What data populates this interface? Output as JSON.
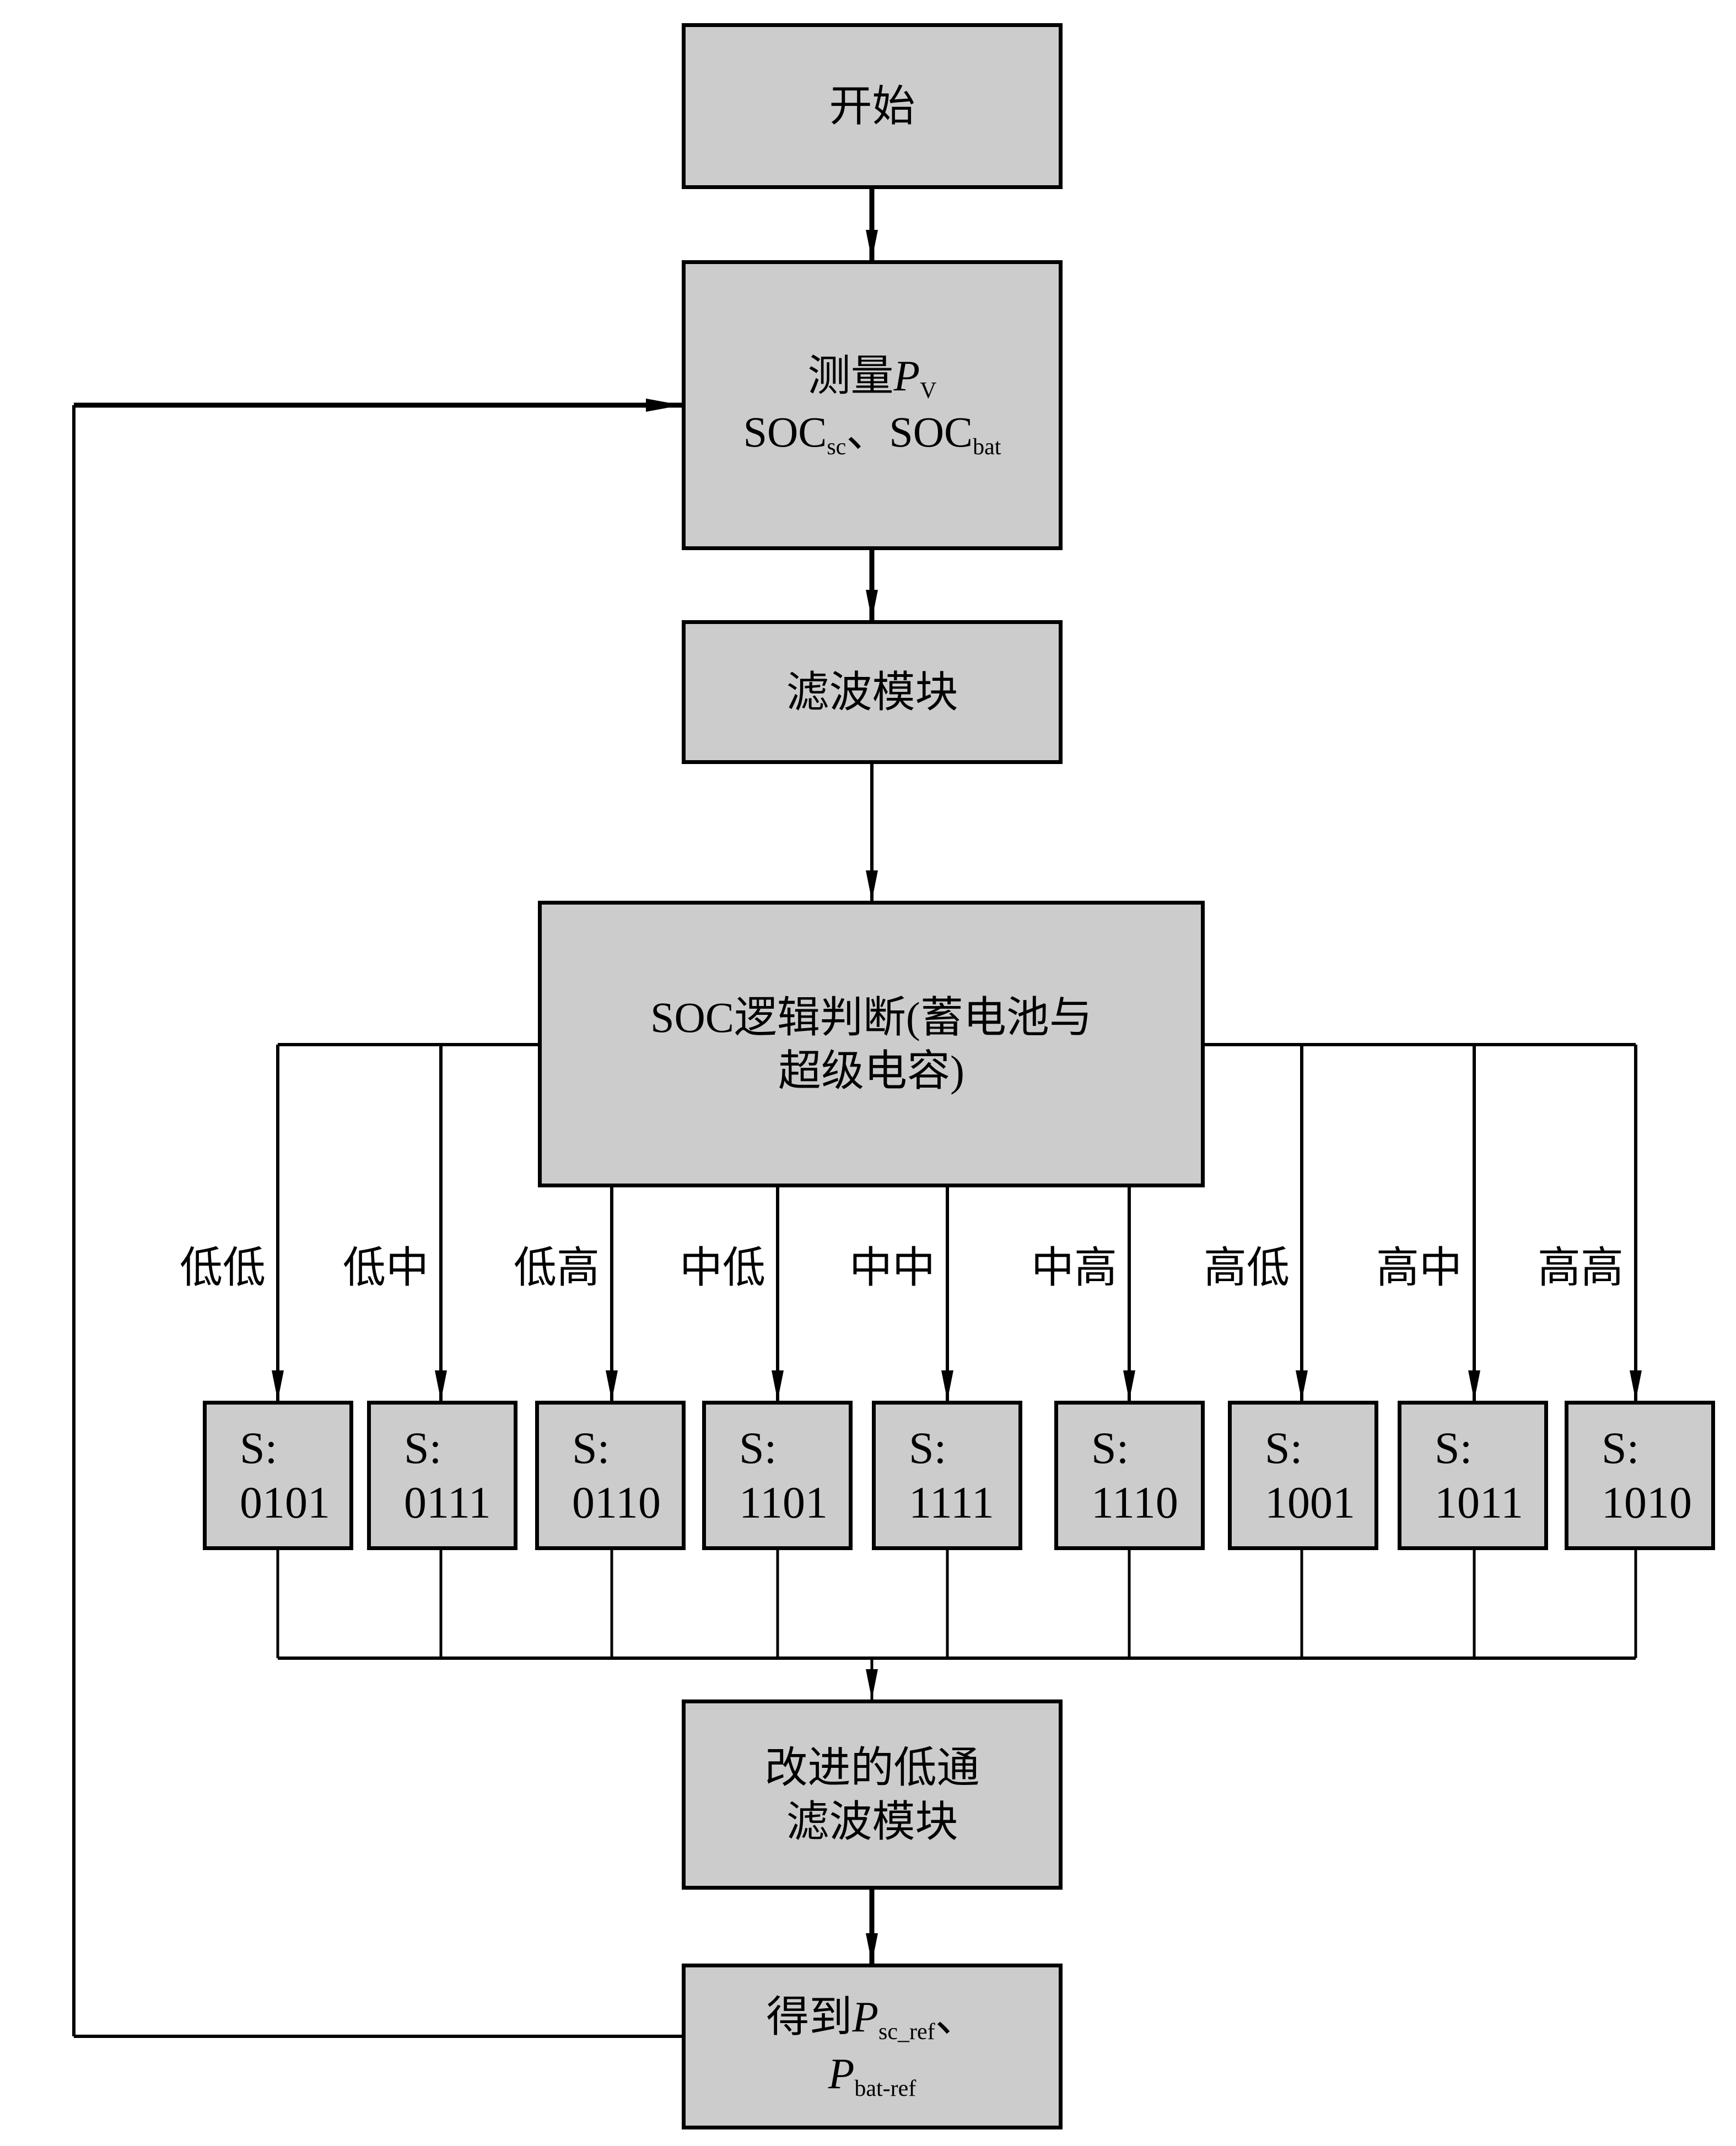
{
  "start": {
    "label": "开始"
  },
  "measure": {
    "line1_prefix": "测量",
    "line1_var": "P",
    "line1_sub": "V",
    "soc_sc": "SOC",
    "soc_sc_sub": "sc",
    "sep": "、",
    "soc_bat": "SOC",
    "soc_bat_sub": "bat"
  },
  "filter": {
    "label": "滤波模块"
  },
  "soc_logic": {
    "line1": "SOC逻辑判断(蓄电池与",
    "line2": "超级电容)"
  },
  "branches": [
    {
      "condition": "低低",
      "state_prefix": "S:",
      "code": "0101"
    },
    {
      "condition": "低中",
      "state_prefix": "S:",
      "code": "0111"
    },
    {
      "condition": "低高",
      "state_prefix": "S:",
      "code": "0110"
    },
    {
      "condition": "中低",
      "state_prefix": "S:",
      "code": "1101"
    },
    {
      "condition": "中中",
      "state_prefix": "S:",
      "code": "1111"
    },
    {
      "condition": "中高",
      "state_prefix": "S:",
      "code": "1110"
    },
    {
      "condition": "高低",
      "state_prefix": "S:",
      "code": "1001"
    },
    {
      "condition": "高中",
      "state_prefix": "S:",
      "code": "1011"
    },
    {
      "condition": "高高",
      "state_prefix": "S:",
      "code": "1010"
    }
  ],
  "lpf": {
    "line1": "改进的低通",
    "line2": "滤波模块"
  },
  "result": {
    "prefix": "得到",
    "var1": "P",
    "var1_sub": "sc_ref",
    "sep": "、",
    "var2": "P",
    "var2_sub": "bat-ref"
  },
  "colors": {
    "box_fill": "#cccccc",
    "stroke": "#000000"
  }
}
